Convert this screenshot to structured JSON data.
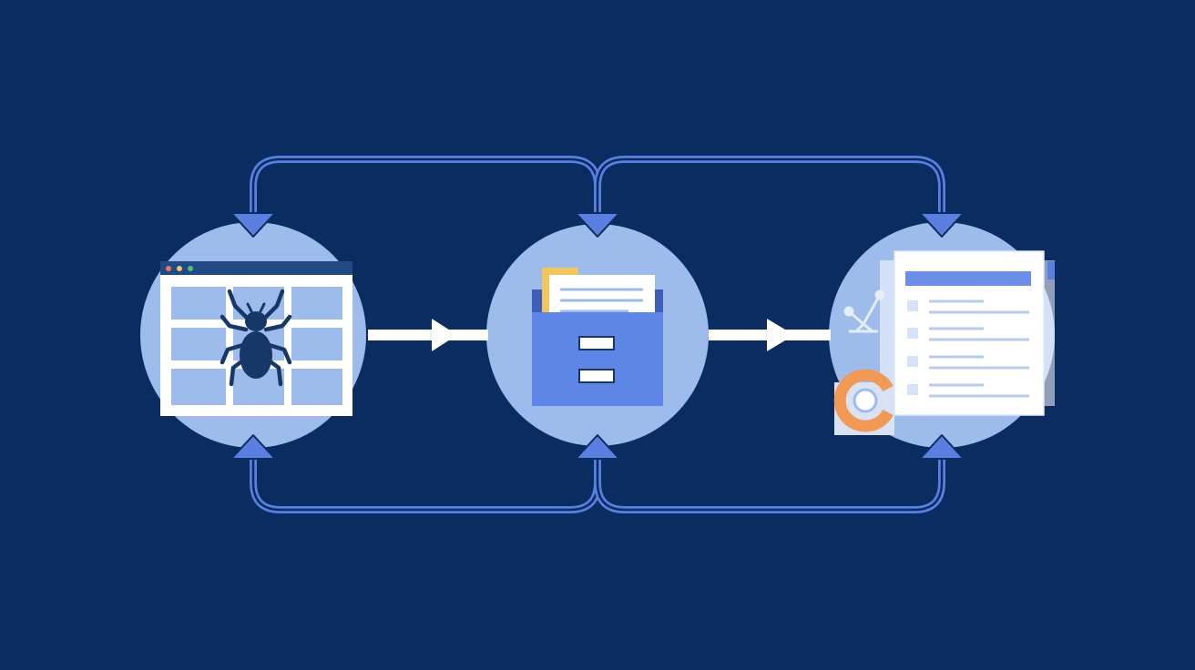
{
  "colors": {
    "background": "#0a2c61",
    "node_fill": "#9dbbeb",
    "connector": "#5b7fe0",
    "connector_light": "#8fa8ee",
    "arrow_flow": "#ffffff",
    "spider": "#173769",
    "cabinet": "#5d86e6",
    "folder_tab": "#f2c65a",
    "accent_orange": "#f29a55",
    "window_header": "#1f4a86"
  },
  "nodes": [
    {
      "id": "crawl",
      "icon": "spider-web-page-icon"
    },
    {
      "id": "store",
      "icon": "file-cabinet-icon"
    },
    {
      "id": "report",
      "icon": "analytics-document-icon"
    }
  ],
  "edges": [
    {
      "from": "crawl",
      "to": "store",
      "kind": "flow"
    },
    {
      "from": "store",
      "to": "report",
      "kind": "flow"
    },
    {
      "from": "store",
      "to": "crawl",
      "kind": "feedback-top"
    },
    {
      "from": "store",
      "to": "report",
      "kind": "feedback-top"
    },
    {
      "from": "store",
      "to": "crawl",
      "kind": "feedback-bottom"
    },
    {
      "from": "store",
      "to": "report",
      "kind": "feedback-bottom"
    }
  ]
}
